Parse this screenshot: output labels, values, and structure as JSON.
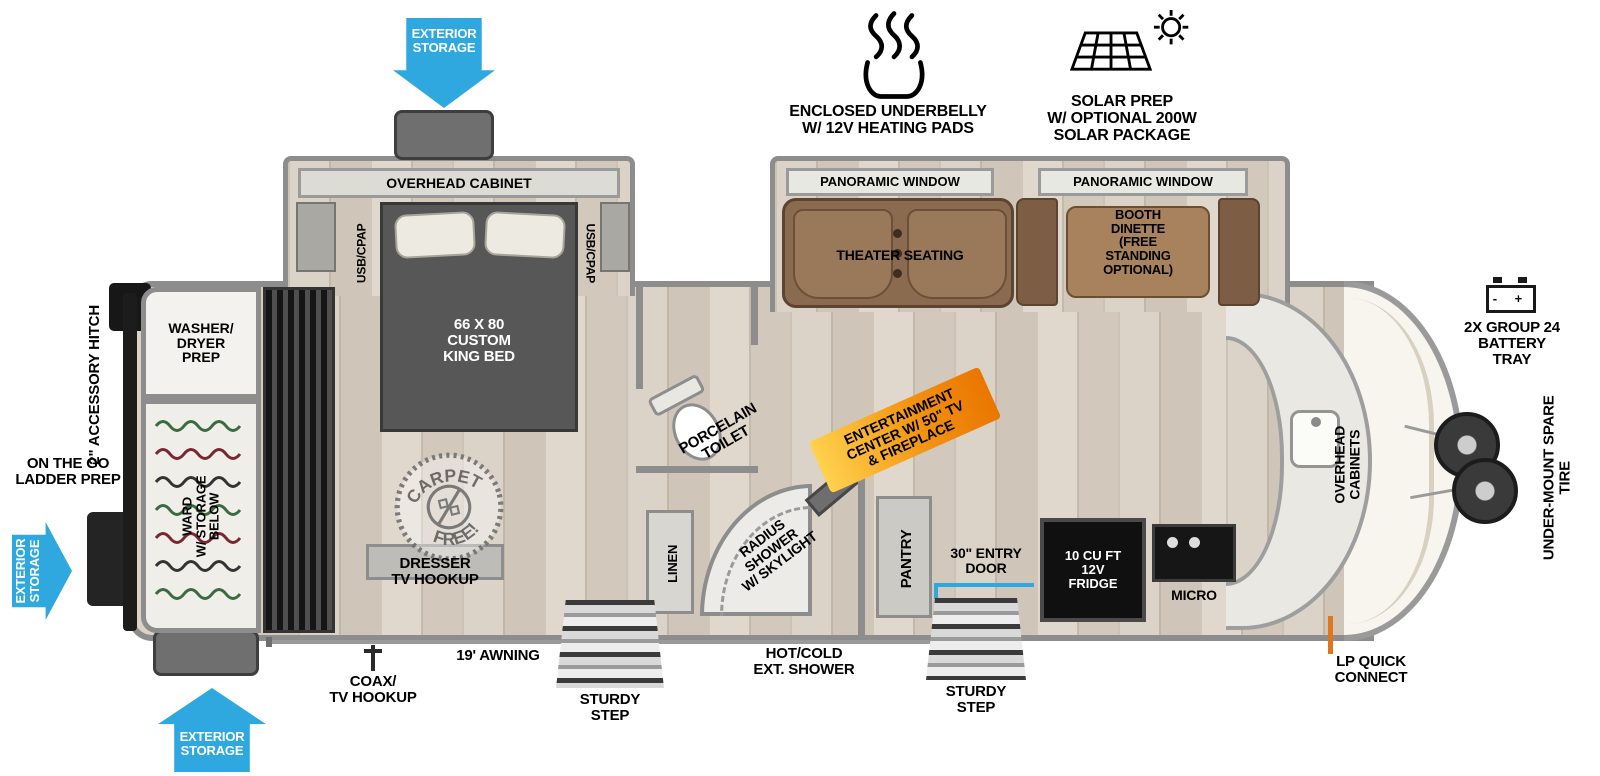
{
  "colors": {
    "accent_blue": "#2FA8E0",
    "highlight_yellow": "#FFD24D",
    "highlight_orange": "#F07E00",
    "wood_floor": "#D8D0C5",
    "wall_gray": "#8D8D8D",
    "furniture_brown": "#8A6B4F",
    "appliance_black": "#111111",
    "lp_orange": "#E0761C"
  },
  "labels": {
    "exterior_storage": "EXTERIOR\nSTORAGE",
    "underbelly": "ENCLOSED UNDERBELLY\nW/ 12V HEATING PADS",
    "solar": "SOLAR PREP\nW/ OPTIONAL 200W\nSOLAR PACKAGE",
    "overhead_cabinet": "OVERHEAD CABINET",
    "usb_cpap": "USB/CPAP",
    "king_bed": "66 X  80\nCUSTOM\nKING BED",
    "panoramic_window": "PANORAMIC WINDOW",
    "theater_seating": "THEATER SEATING",
    "booth_dinette": "BOOTH\nDINETTE\n(FREE\nSTANDING\nOPTIONAL)",
    "washer_dryer": "WASHER/\nDRYER\nPREP",
    "ward": "WARD\nW/ STORAGE\nBELOW",
    "accessory_hitch": "2\" ACCESSORY HITCH",
    "ladder_prep": "ON THE GO\nLADDER PREP",
    "carpet_top": "CARPET",
    "carpet_bottom": "FREE!",
    "dresser": "DRESSER\nTV HOOKUP",
    "toilet": "PORCELAIN\nTOILET",
    "linen": "LINEN",
    "shower": "RADIUS\nSHOWER\nW/ SKYLIGHT",
    "entertainment": "ENTERTAINMENT\nCENTER W/ 50\" TV\n& FIREPLACE",
    "pantry": "PANTRY",
    "entry_door": "30\" ENTRY\nDOOR",
    "fridge": "10 CU FT\n12V\nFRIDGE",
    "micro": "MICRO",
    "overhead_cabinets": "OVERHEAD\nCABINETS",
    "battery_tray": "2X GROUP 24\nBATTERY\nTRAY",
    "battery_terminals": "- +",
    "spare_tire": "UNDER-MOUNT SPARE TIRE",
    "lp_connect": "LP QUICK\nCONNECT",
    "coax": "COAX/\nTV HOOKUP",
    "awning": "19' AWNING",
    "sturdy_step": "STURDY\nSTEP",
    "ext_shower": "HOT/COLD\nEXT. SHOWER"
  }
}
